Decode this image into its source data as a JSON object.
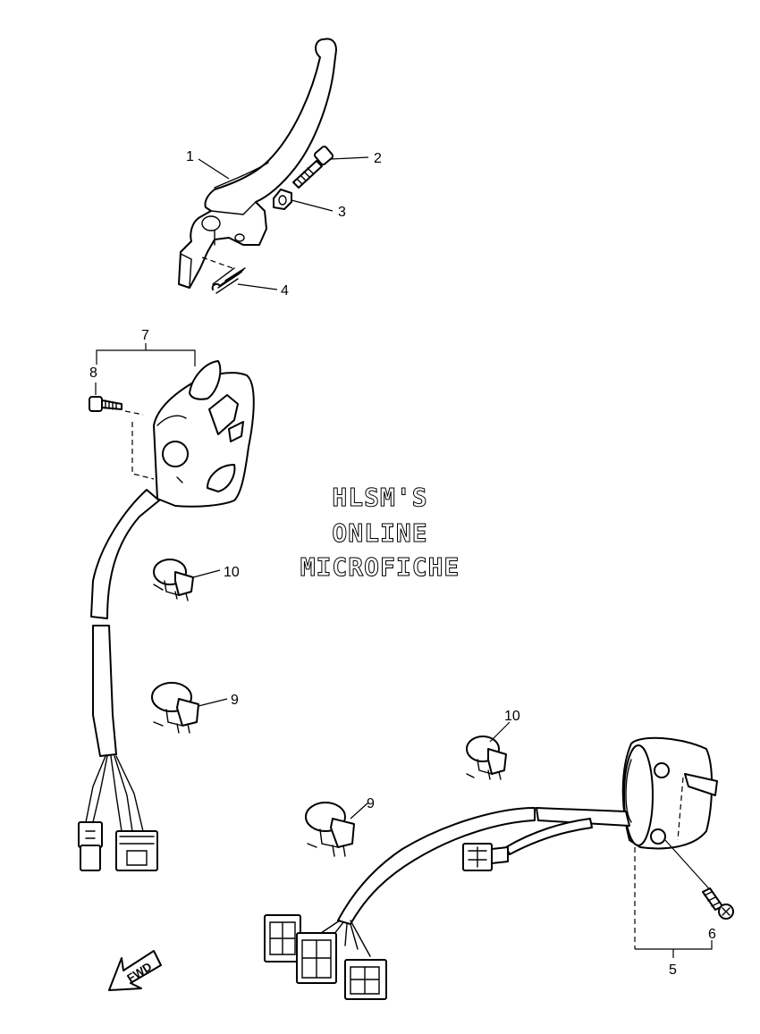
{
  "callouts": {
    "c1": "1",
    "c2": "2",
    "c3": "3",
    "c4": "4",
    "c5": "5",
    "c6": "6",
    "c7": "7",
    "c8": "8",
    "c9a": "9",
    "c9b": "9",
    "c10a": "10",
    "c10b": "10"
  },
  "watermark": {
    "line1": "HLSM'S",
    "line2": "ONLINE",
    "line3": "MICROFICHE"
  },
  "direction_label": "FWD"
}
